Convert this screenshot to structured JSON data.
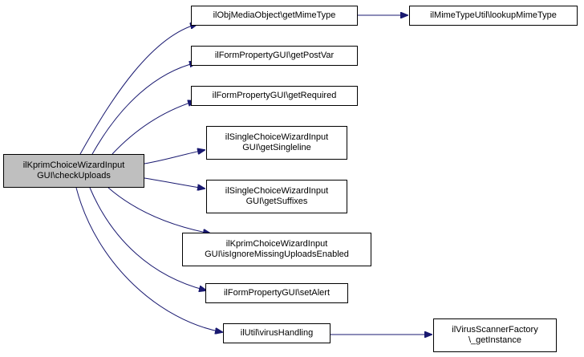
{
  "diagram": {
    "nodes": {
      "root": {
        "label": "ilKprimChoiceWizardInput\nGUI\\checkUploads"
      },
      "get_mime_type": {
        "label": "ilObjMediaObject\\getMimeType"
      },
      "lookup_mime_type": {
        "label": "ilMimeTypeUtil\\lookupMimeType"
      },
      "get_post_var": {
        "label": "ilFormPropertyGUI\\getPostVar"
      },
      "get_required": {
        "label": "ilFormPropertyGUI\\getRequired"
      },
      "get_singleline": {
        "label": "ilSingleChoiceWizardInput\nGUI\\getSingleline"
      },
      "get_suffixes": {
        "label": "ilSingleChoiceWizardInput\nGUI\\getSuffixes"
      },
      "is_ignore_missing": {
        "label": "ilKprimChoiceWizardInput\nGUI\\isIgnoreMissingUploadsEnabled"
      },
      "set_alert": {
        "label": "ilFormPropertyGUI\\setAlert"
      },
      "virus_handling": {
        "label": "ilUtil\\virusHandling"
      },
      "virus_scanner_instance": {
        "label": "ilVirusScannerFactory\n\\_getInstance"
      }
    },
    "edges": [
      {
        "from": "root",
        "to": "get_mime_type"
      },
      {
        "from": "get_mime_type",
        "to": "lookup_mime_type"
      },
      {
        "from": "root",
        "to": "get_post_var"
      },
      {
        "from": "root",
        "to": "get_required"
      },
      {
        "from": "root",
        "to": "get_singleline"
      },
      {
        "from": "root",
        "to": "get_suffixes"
      },
      {
        "from": "root",
        "to": "is_ignore_missing"
      },
      {
        "from": "root",
        "to": "set_alert"
      },
      {
        "from": "root",
        "to": "virus_handling"
      },
      {
        "from": "virus_handling",
        "to": "virus_scanner_instance"
      }
    ],
    "colors": {
      "edge": "#191970",
      "root_fill": "#bfbfbf",
      "node_fill": "#ffffff",
      "node_border": "#000000"
    }
  }
}
